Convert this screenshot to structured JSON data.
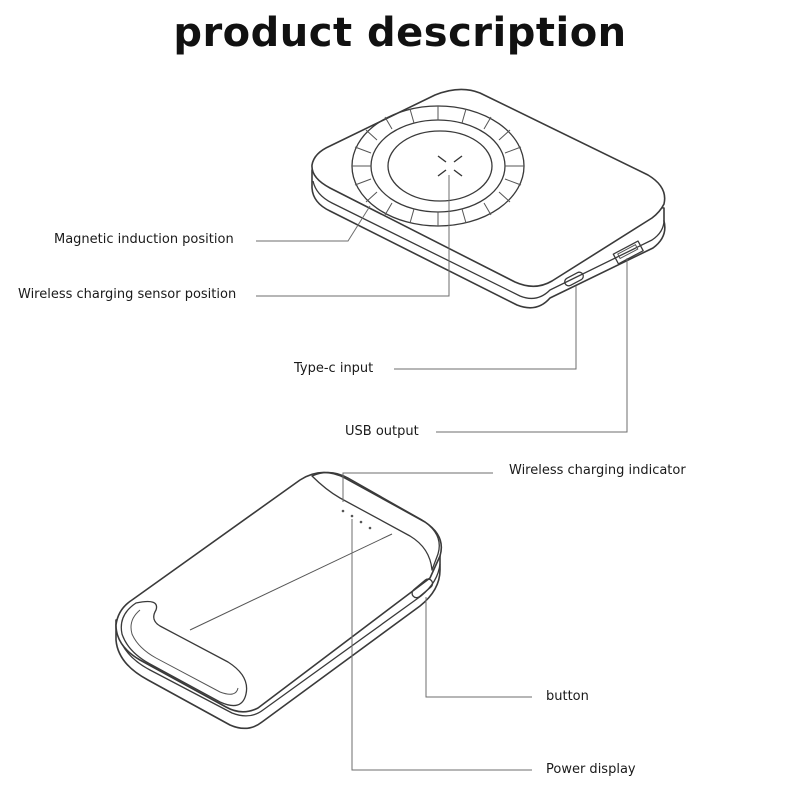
{
  "title": "product description",
  "labels": {
    "magnetic_induction": "Magnetic induction position",
    "wireless_sensor": "Wireless charging sensor position",
    "type_c": "Type-c input",
    "usb_output": "USB output",
    "wireless_indicator": "Wireless charging indicator",
    "button": "button",
    "power_display": "Power display"
  },
  "colors": {
    "line": "#6e6e6e",
    "device_outline": "#3a3a3a",
    "text": "#1a1a1a"
  }
}
